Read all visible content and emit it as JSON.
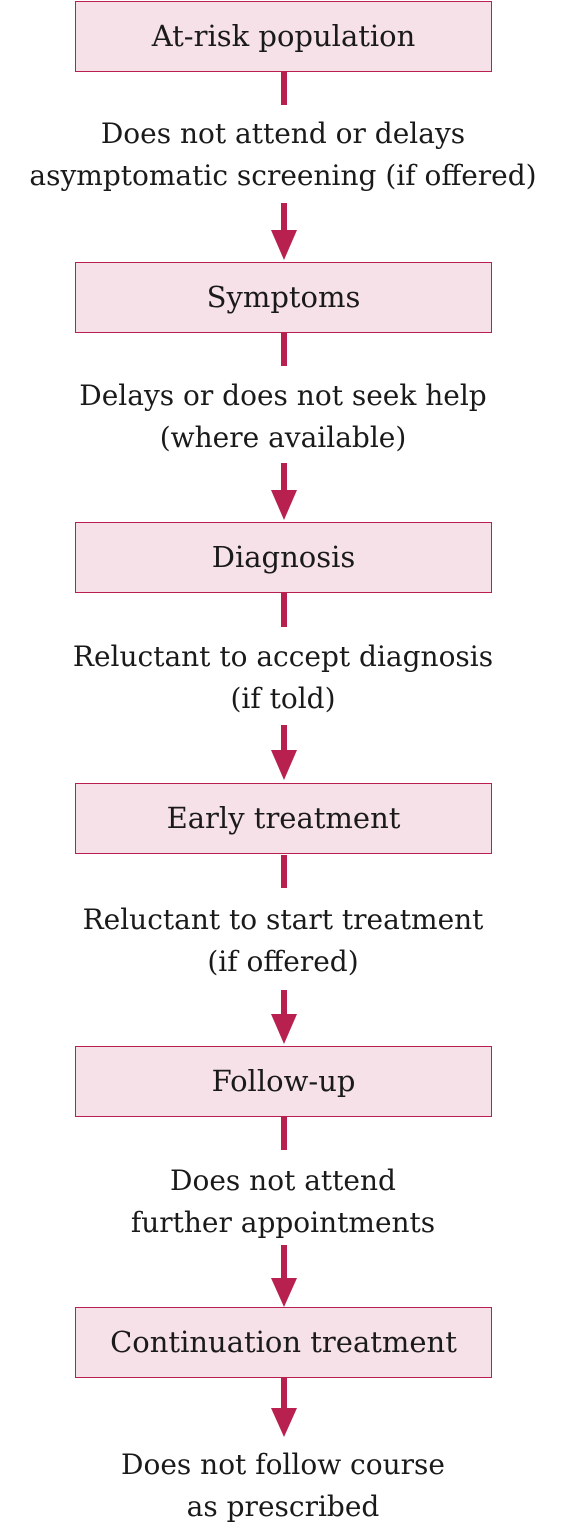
{
  "steps": [
    "At-risk population",
    "Symptoms",
    "Diagnosis",
    "Early treatment",
    "Follow-up",
    "Continuation treatment"
  ],
  "barriers": [
    "Does not attend or delays\nasymptomatic screening (if offered)",
    "Delays or does not seek help\n(where available)",
    "Reluctant to accept diagnosis\n(if told)",
    "Reluctant to start treatment\n(if offered)",
    "Does not attend\nfurther appointments",
    "Does not follow course\nas prescribed"
  ],
  "colors": {
    "accent": "#b8204f",
    "box_fill": "#f6e1e8",
    "text": "#1a1a1a"
  }
}
